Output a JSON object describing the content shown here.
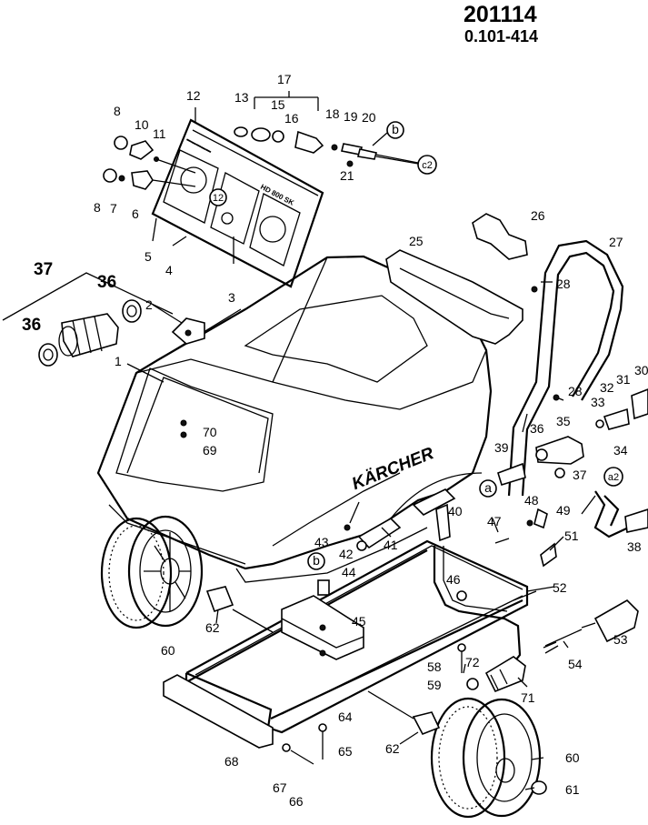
{
  "header": {
    "model_number": "201114",
    "part_code": "0.101-414"
  },
  "brand_text": "KÄRCHER",
  "panel_text": {
    "model": "HD 800 SK"
  },
  "callouts": {
    "c1": "1",
    "c2": "2",
    "c3": "3",
    "c4": "4",
    "c5": "5",
    "c6": "6",
    "c7": "7",
    "c8a": "8",
    "c8b": "8",
    "c10": "10",
    "c11": "11",
    "c12": "12",
    "c12b": "12",
    "c13": "13",
    "c15": "15",
    "c16": "16",
    "c17": "17",
    "c18": "18",
    "c19": "19",
    "c20": "20",
    "c21": "21",
    "c25": "25",
    "c26": "26",
    "c27": "27",
    "c28a": "28",
    "c28b": "28",
    "c30": "30",
    "c31": "31",
    "c32": "32",
    "c33": "33",
    "c34": "34",
    "c35": "35",
    "c36a": "36",
    "c36b": "36",
    "c36c": "36",
    "c37a": "37",
    "c37b": "37",
    "c38": "38",
    "c39": "39",
    "c40": "40",
    "c41": "41",
    "c42": "42",
    "c43": "43",
    "c44": "44",
    "c45": "45",
    "c46": "46",
    "c47": "47",
    "c48": "48",
    "c49": "49",
    "c51": "51",
    "c52": "52",
    "c53": "53",
    "c54": "54",
    "c58": "58",
    "c59": "59",
    "c60a": "60",
    "c60b": "60",
    "c61": "61",
    "c62a": "62",
    "c62b": "62",
    "c64": "64",
    "c65": "65",
    "c66": "66",
    "c67": "67",
    "c68": "68",
    "c69": "69",
    "c70": "70",
    "c71": "71",
    "c72": "72"
  },
  "refs": {
    "a": "a",
    "a2": "a2",
    "b_top": "b",
    "b_low": "b",
    "c2": "c2"
  }
}
